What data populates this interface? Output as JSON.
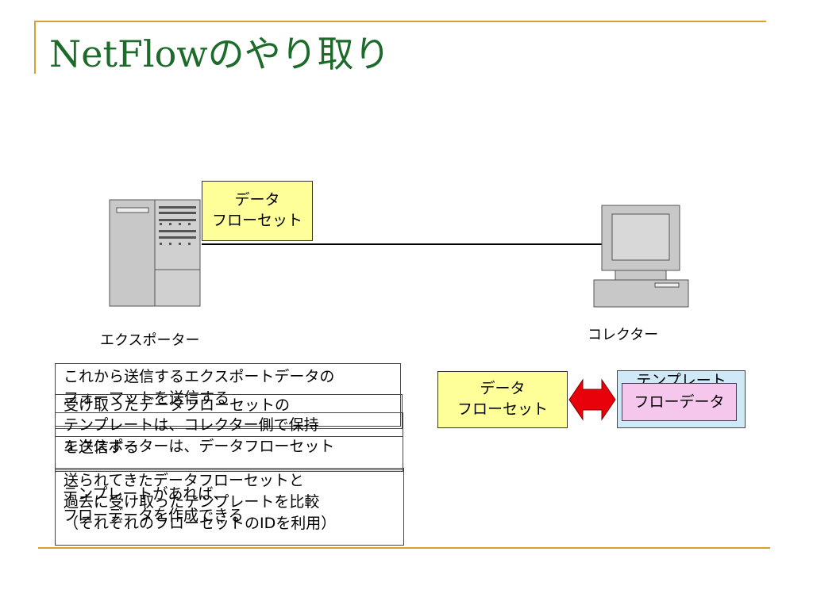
{
  "slide": {
    "title": "NetFlowのやり取り"
  },
  "diagram": {
    "exporter_label": "エクスポーター",
    "collector_label": "コレクター",
    "top_box": {
      "line1": "データ",
      "line2": "フローセット"
    },
    "bottom_data_box": {
      "line1": "データ",
      "line2": "フローセット"
    },
    "template_box": {
      "label": "テンプレート"
    },
    "flow_data_box": {
      "label": "フローデータ"
    },
    "colors": {
      "title": "#1d6b2b",
      "rule": "#d6a13a",
      "yellow_box": "#ffff99",
      "blue_box": "#cfe9f7",
      "pink_box": "#f6c7ec",
      "arrow": "#e8000b"
    }
  },
  "text_boxes": {
    "box1": {
      "line1": "これから送信するエクスポートデータの",
      "line2": "フォーマットを送信する"
    },
    "box2": {
      "line1": "受け取ったデータフローセットの"
    },
    "box3": {
      "line1": "テンプレートは、コレクター側で保持",
      "line2": "エクスポーターは、データフローセット"
    },
    "box4": {
      "line1": "を送信する"
    },
    "box5": {
      "line1": "送られてきたデータフローセットと",
      "line2": "過去に受け取ったテンプレートを比較",
      "line3": "（それぞれのフローセットのIDを利用）"
    },
    "box6": {
      "line1": "テンプレートがあれば、",
      "line2": "フローデータを作成できる"
    }
  }
}
